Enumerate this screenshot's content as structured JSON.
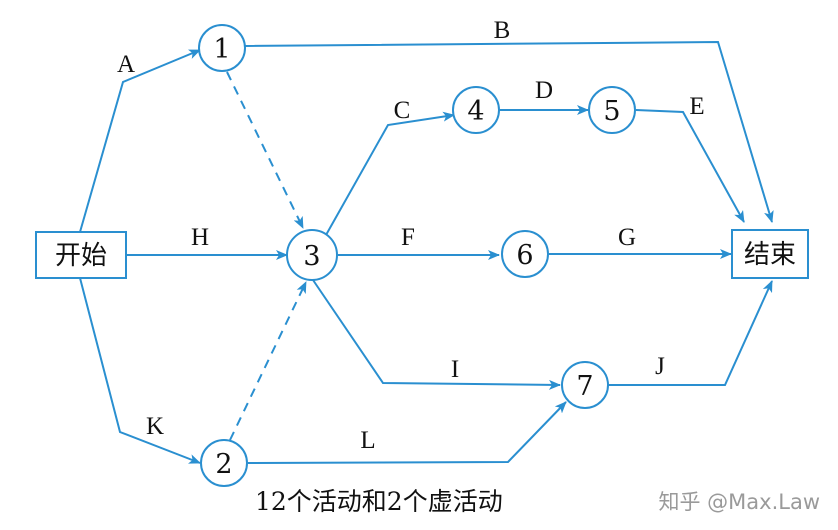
{
  "diagram": {
    "start_label": "开始",
    "end_label": "结束",
    "nodes": [
      "1",
      "2",
      "3",
      "4",
      "5",
      "6",
      "7"
    ],
    "activities": [
      "A",
      "B",
      "C",
      "D",
      "E",
      "F",
      "G",
      "H",
      "I",
      "J",
      "K",
      "L"
    ],
    "caption": "12个活动和2个虚活动"
  },
  "watermark": "知乎 @Max.Law",
  "colors": {
    "line": "#2a8fd0",
    "text": "#111111"
  }
}
